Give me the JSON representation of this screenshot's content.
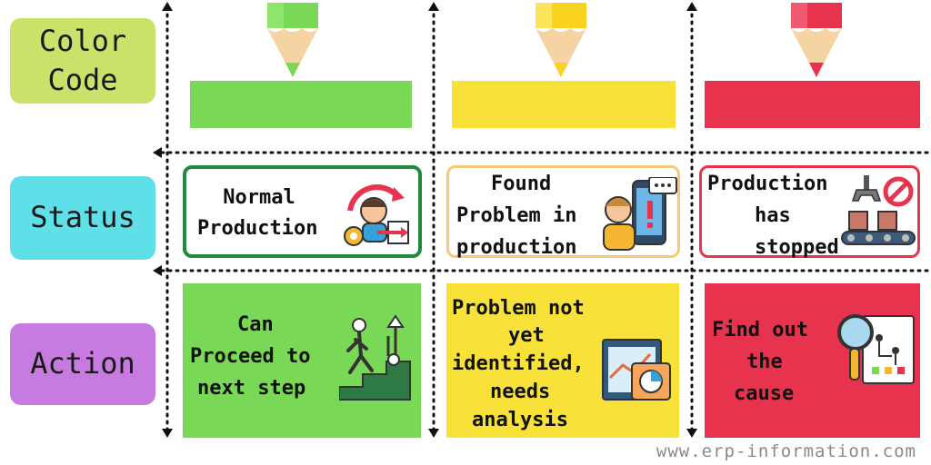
{
  "labels": {
    "color_code": "Color Code",
    "status": "Status",
    "action": "Action"
  },
  "colors": {
    "label_color_code": "#c8e26a",
    "label_status": "#5fe0e8",
    "label_action": "#c77be0",
    "green": "#79d855",
    "yellow": "#f8e23a",
    "red": "#e8334e"
  },
  "status": {
    "green": [
      "Normal",
      "Production"
    ],
    "yellow": [
      "Found",
      "Problem in",
      "production"
    ],
    "red": [
      "Production",
      "has",
      "stopped"
    ]
  },
  "action": {
    "green": [
      "Can",
      "Proceed to",
      "next step"
    ],
    "yellow": [
      "Problem not",
      "yet",
      "identified,",
      "needs",
      "analysis"
    ],
    "red": [
      "Find out",
      "the",
      "cause"
    ]
  },
  "icons": {
    "pencils": [
      "pencil-green-icon",
      "pencil-yellow-icon",
      "pencil-red-icon"
    ],
    "status": [
      "worker-gear-cycle-icon",
      "worker-phone-alert-icon",
      "robot-arm-conveyor-stop-icon"
    ],
    "action": [
      "person-climbing-stairs-icon",
      "analytics-dashboard-icon",
      "magnifier-flowchart-icon"
    ]
  },
  "footer": "www.erp-information.com"
}
